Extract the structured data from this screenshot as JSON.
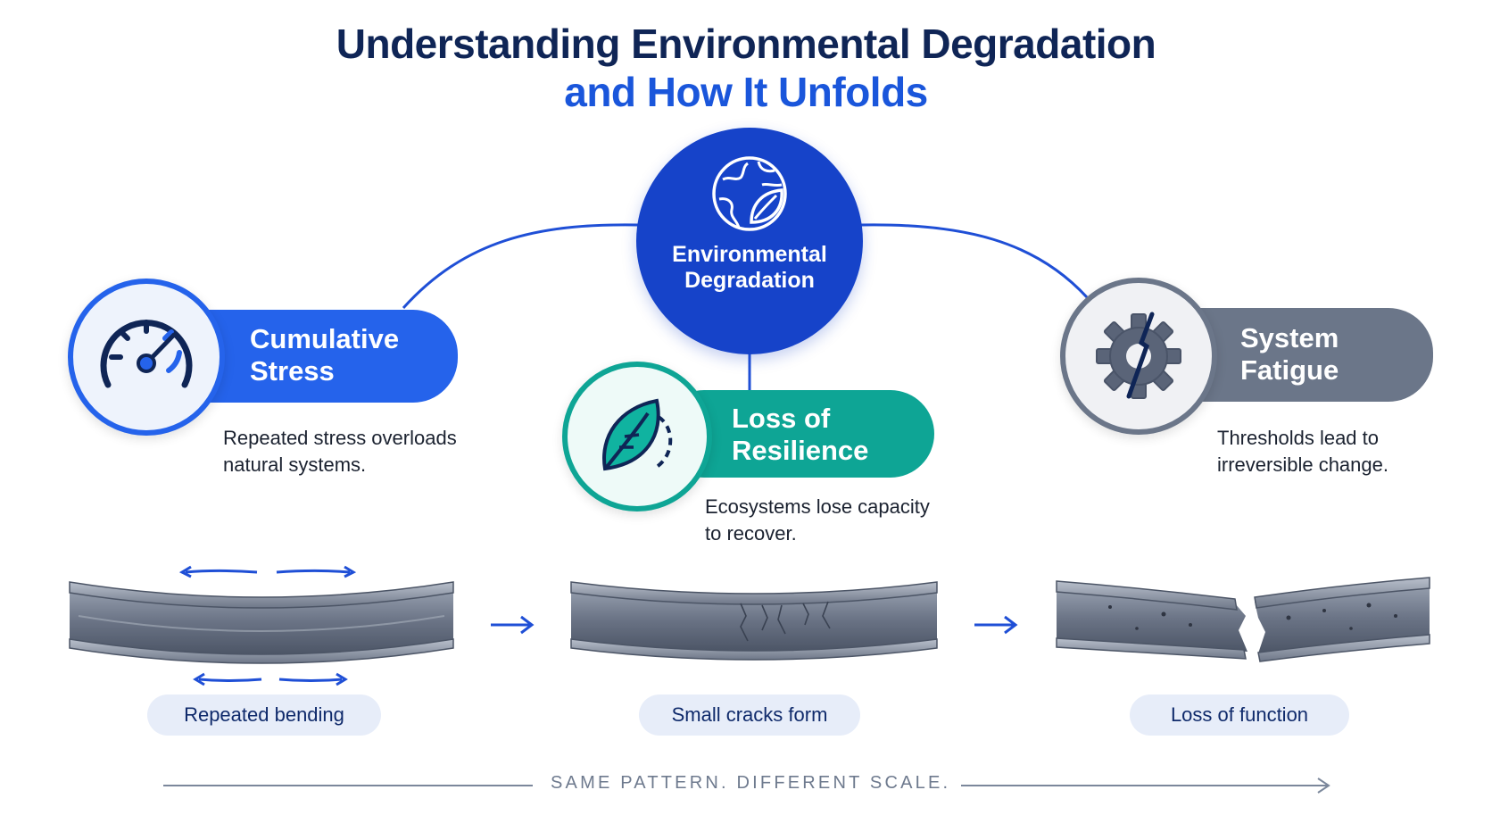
{
  "title": {
    "line1": "Understanding Environmental Degradation",
    "line2": "and How It Unfolds"
  },
  "hub": {
    "label": "Environmental\nDegradation",
    "icon": "globe-leaf-icon"
  },
  "nodes": [
    {
      "label": "Cumulative\nStress",
      "description": "Repeated stress overloads\nnatural systems.",
      "icon": "gauge-icon",
      "color": "#2563eb"
    },
    {
      "label": "Loss of\nResilience",
      "description": "Ecosystems lose capacity\nto recover.",
      "icon": "leaf-icon",
      "color": "#0ea595"
    },
    {
      "label": "System\nFatigue",
      "description": "Thresholds lead to\nirreversible change.",
      "icon": "broken-gear-icon",
      "color": "#6b7689"
    }
  ],
  "stages": [
    {
      "caption": "Repeated bending",
      "image": "bent-steel-beam"
    },
    {
      "caption": "Small cracks form",
      "image": "cracked-steel-beam"
    },
    {
      "caption": "Loss of function",
      "image": "broken-steel-beam"
    }
  ],
  "footer": {
    "text": "SAME PATTERN. DIFFERENT SCALE."
  },
  "colors": {
    "navy": "#0f2556",
    "blue": "#1a56db",
    "hub": "#1643c9",
    "teal": "#0ea595",
    "slate": "#6b7689"
  }
}
